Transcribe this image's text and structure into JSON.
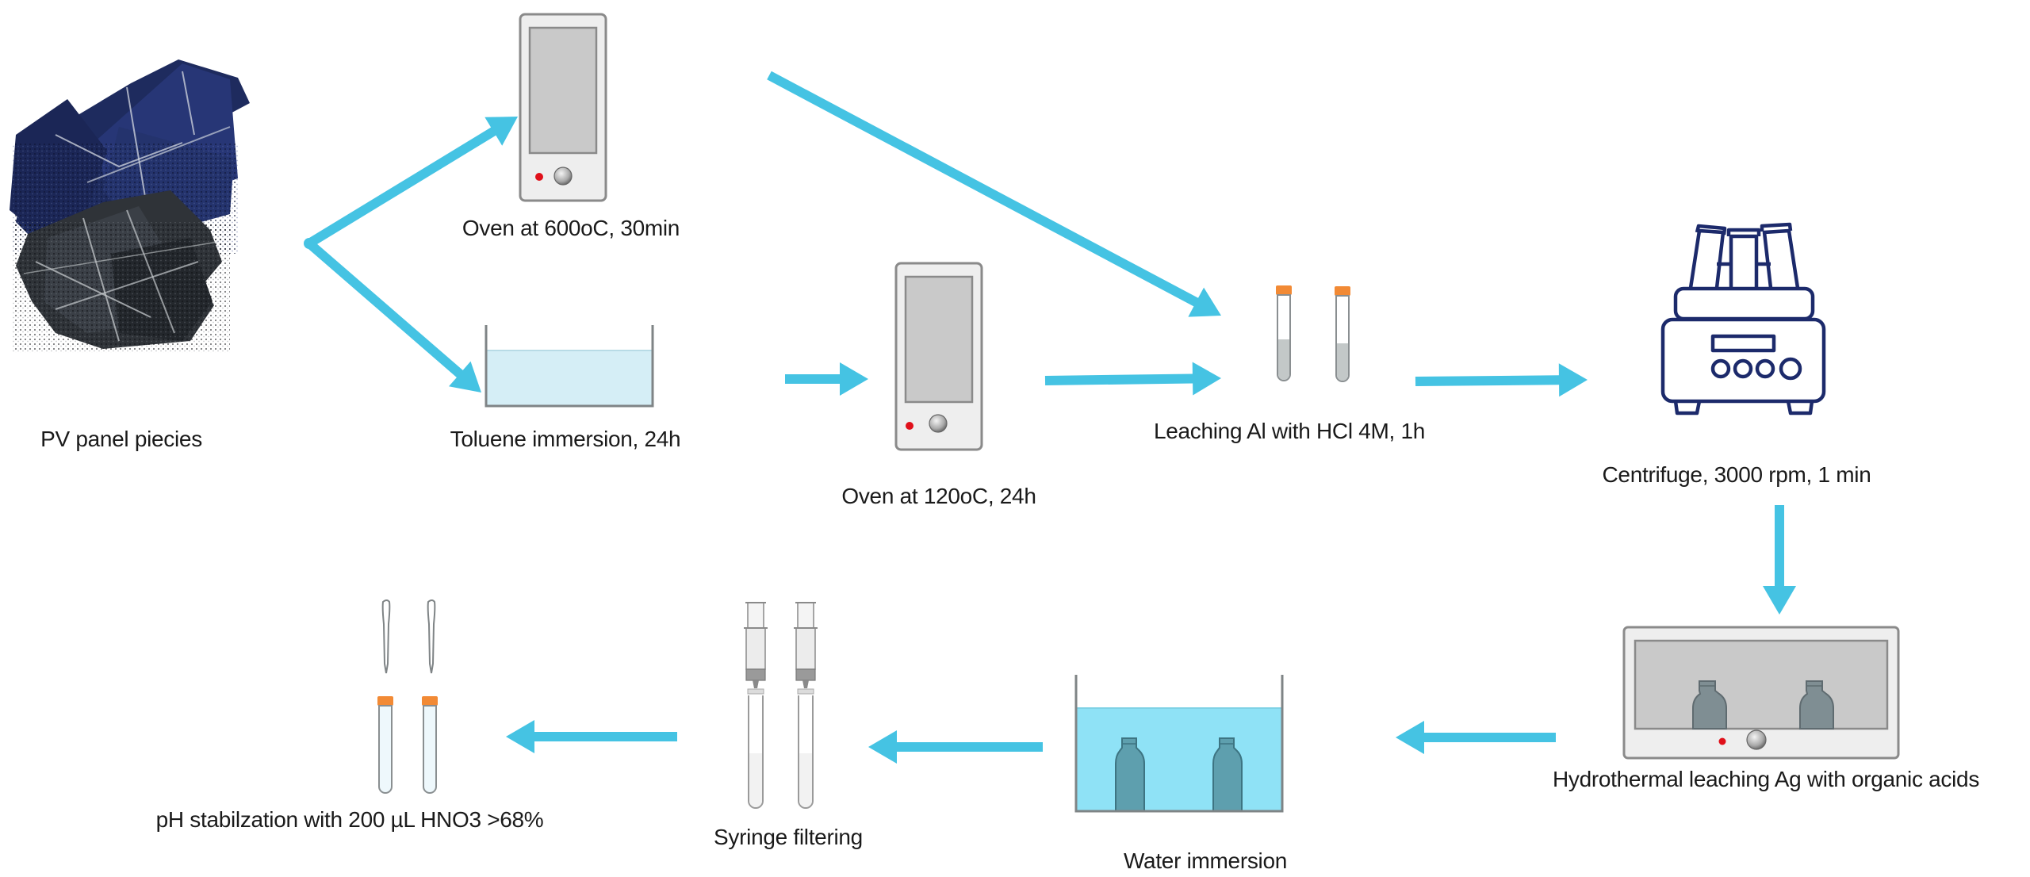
{
  "title": "PV panel Ag recovery process flow",
  "colors": {
    "arrow": "#45c3e3",
    "oven_body": "#eeeeee",
    "oven_window": "#c9c9c9",
    "oven_outline": "#8a8a8a",
    "indicator_red": "#e0101a",
    "knob": "#a8a8a8",
    "toluene_liquid": "#d5eef6",
    "water_liquid": "#8fe2f6",
    "bottle": "#7f8e93",
    "bottle_in_water": "#5e9fae",
    "tube_cap": "#f28a35",
    "tube_liquid": "#c3c8c8",
    "centrifuge_line": "#1c2a6b",
    "pv_blue": "#1e2b5e",
    "pv_black": "#2a2e33"
  },
  "steps": [
    {
      "id": "pv",
      "label": "PV panel piecies",
      "icon": "pv-panel-pieces-image"
    },
    {
      "id": "oven600",
      "label": "Oven at 600oC, 30min",
      "icon": "oven-icon"
    },
    {
      "id": "toluene",
      "label": "Toluene immersion, 24h",
      "icon": "toluene-bath-icon"
    },
    {
      "id": "oven120",
      "label": "Oven at 120oC, 24h",
      "icon": "oven-icon"
    },
    {
      "id": "leach_al",
      "label": "Leaching Al with HCl 4M, 1h",
      "icon": "test-tubes-icon"
    },
    {
      "id": "centrifuge",
      "label": "Centrifuge, 3000 rpm, 1 min",
      "icon": "centrifuge-icon"
    },
    {
      "id": "hydrothermal",
      "label": "Hydrothermal leaching Ag with organic acids",
      "icon": "hydrothermal-oven-icon"
    },
    {
      "id": "water",
      "label": "Water immersion",
      "icon": "water-bath-icon"
    },
    {
      "id": "syringe",
      "label": "Syringe filtering",
      "icon": "syringe-filter-icon"
    },
    {
      "id": "ph",
      "label": "pH stabilzation with 200 µL HNO3 >68%",
      "icon": "pipette-tubes-icon"
    }
  ],
  "flows": [
    {
      "from": "pv",
      "to": "oven600"
    },
    {
      "from": "pv",
      "to": "toluene"
    },
    {
      "from": "toluene",
      "to": "oven120"
    },
    {
      "from": "oven600",
      "to": "leach_al"
    },
    {
      "from": "oven120",
      "to": "leach_al"
    },
    {
      "from": "leach_al",
      "to": "centrifuge"
    },
    {
      "from": "centrifuge",
      "to": "hydrothermal"
    },
    {
      "from": "hydrothermal",
      "to": "water"
    },
    {
      "from": "water",
      "to": "syringe"
    },
    {
      "from": "syringe",
      "to": "ph"
    }
  ]
}
